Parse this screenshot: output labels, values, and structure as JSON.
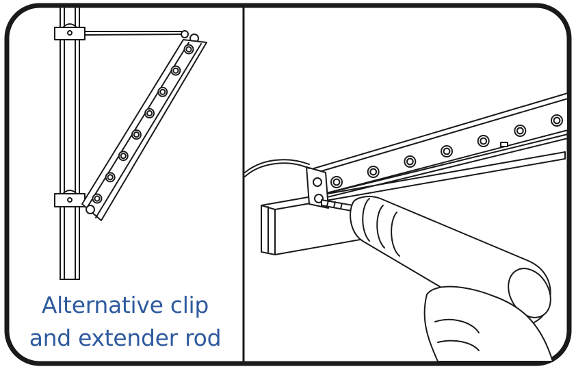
{
  "caption": {
    "line1": "Alternative clip",
    "line2": "and extender rod"
  },
  "colors": {
    "outline": "#1a1a1a",
    "background": "#ffffff",
    "caption_text": "#2e5a9e"
  },
  "left_panel": {
    "strip_dot_count": 8,
    "clip_count": 2
  },
  "right_panel": {
    "strip_dot_count": 7
  }
}
